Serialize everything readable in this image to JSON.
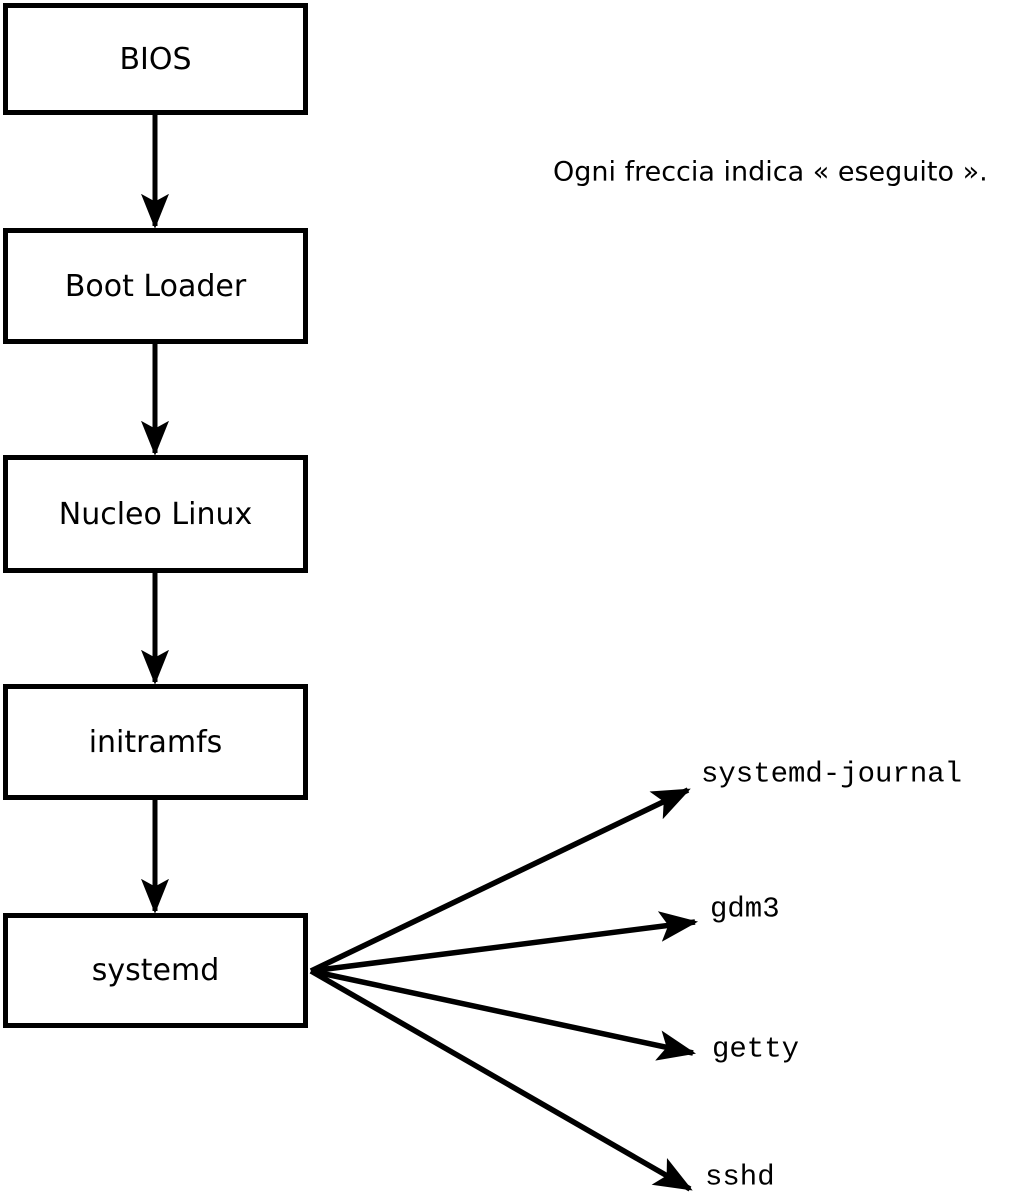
{
  "diagram": {
    "caption": "Ogni freccia indica « eseguito ».",
    "boxes": [
      {
        "id": "bios",
        "label": "BIOS"
      },
      {
        "id": "boot-loader",
        "label": "Boot Loader"
      },
      {
        "id": "nucleo-linux",
        "label": "Nucleo Linux"
      },
      {
        "id": "initramfs",
        "label": "initramfs"
      },
      {
        "id": "systemd",
        "label": "systemd"
      }
    ],
    "spawned_processes": [
      {
        "label": "systemd-journal"
      },
      {
        "label": "gdm3"
      },
      {
        "label": "getty"
      },
      {
        "label": "sshd"
      }
    ],
    "colors": {
      "line": "#000000",
      "box_border": "#000000",
      "box_fill": "#ffffff",
      "background": "#ffffff",
      "text": "#000000"
    }
  }
}
